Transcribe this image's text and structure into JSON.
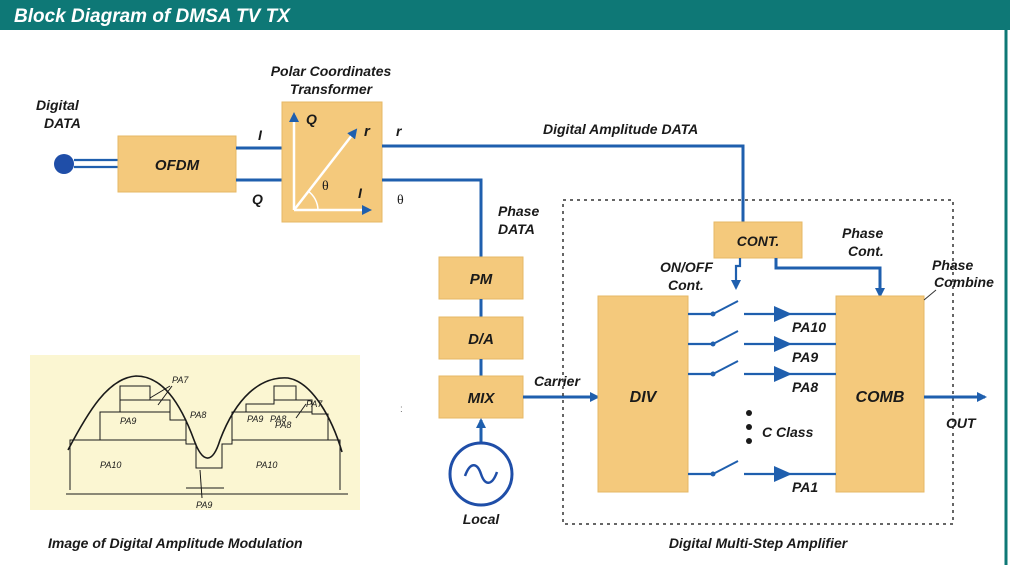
{
  "header": {
    "title": "Block Diagram of DMSA TV TX"
  },
  "input": {
    "label_line1": "Digital",
    "label_line2": "DATA"
  },
  "blocks": {
    "ofdm": "OFDM",
    "polar_title_line1": "Polar Coordinates",
    "polar_title_line2": "Transformer",
    "pm": "PM",
    "da": "D/A",
    "mix": "MIX",
    "cont": "CONT.",
    "div": "DIV",
    "comb": "COMB"
  },
  "signals": {
    "i_in": "I",
    "q_in": "Q",
    "q_axis": "Q",
    "r_axis": "r",
    "i_axis": "I",
    "theta_axis": "θ",
    "r_out": "r",
    "theta_out": "θ",
    "digital_amplitude": "Digital Amplitude DATA",
    "phase_data_line1": "Phase",
    "phase_data_line2": "DATA",
    "carrier": "Carrier",
    "local": "Local",
    "on_off_line1": "ON/OFF",
    "on_off_line2": "Cont.",
    "phase_cont_line1": "Phase",
    "phase_cont_line2": "Cont.",
    "phase_combine_line1": "Phase",
    "phase_combine_line2": "Combine",
    "c_class": "C Class",
    "out": "OUT"
  },
  "amplifiers": [
    "PA10",
    "PA9",
    "PA8",
    "PA1"
  ],
  "dms_caption": "Digital Multi-Step Amplifier",
  "inset": {
    "caption": "Image of Digital Amplitude Modulation",
    "labels": [
      "PA7",
      "PA8",
      "PA9",
      "PA8",
      "PA7",
      "PA9",
      "PA8",
      "PA10",
      "PA10",
      "PA9"
    ]
  },
  "colors": {
    "header_bg": "#0e7876",
    "block": "#f4c97c",
    "wire": "#1f5fae",
    "inset_bg": "#fbf6d2"
  }
}
